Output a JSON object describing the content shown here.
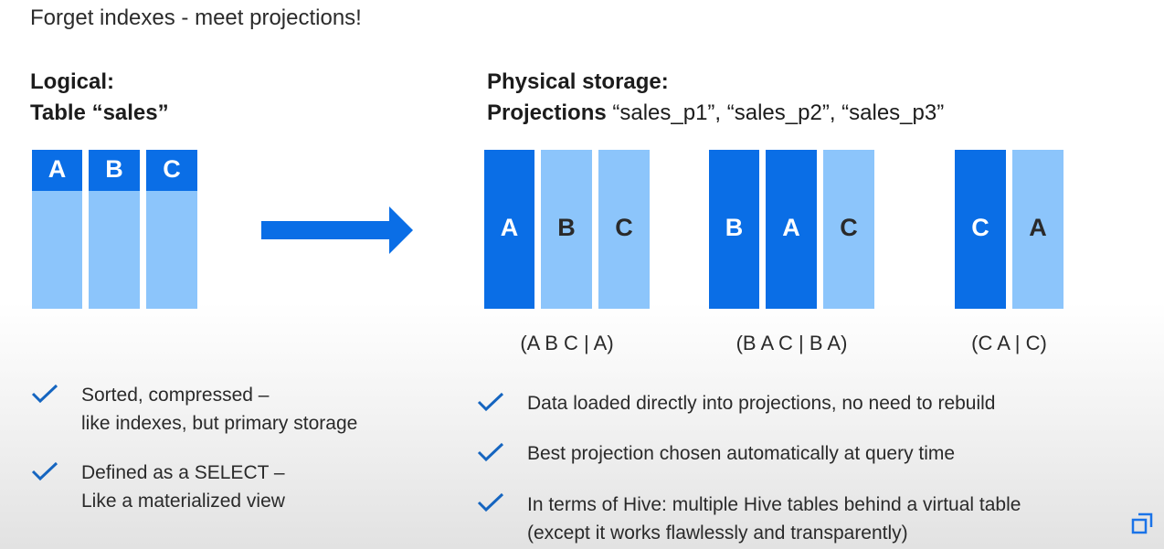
{
  "slide": {
    "title": "Forget indexes - meet projections!"
  },
  "logical": {
    "heading_line1": "Logical:",
    "heading_line2": "Table “sales”",
    "columns": [
      "A",
      "B",
      "C"
    ]
  },
  "physical": {
    "heading_line1": "Physical storage:",
    "heading_bold": "Projections",
    "heading_rest": " “sales_p1”, “sales_p2”, “sales_p3”",
    "projections": [
      {
        "columns": [
          "A",
          "B",
          "C"
        ],
        "caption": "(A B C | A)"
      },
      {
        "columns": [
          "B",
          "A",
          "C"
        ],
        "caption": "(B A C | B A)"
      },
      {
        "columns": [
          "C",
          "A"
        ],
        "caption": "(C A | C)"
      }
    ]
  },
  "bullets_left": [
    {
      "line1": "Sorted, compressed –",
      "line2": "like indexes, but primary storage"
    },
    {
      "line1": "Defined as a SELECT –",
      "line2": "Like a materialized view"
    }
  ],
  "bullets_right": [
    {
      "line1": "Data loaded directly into projections, no need to rebuild",
      "line2": ""
    },
    {
      "line1": "Best projection chosen automatically at query time",
      "line2": ""
    },
    {
      "line1": "In terms of Hive: multiple Hive tables behind a virtual table",
      "line2": "(except it works flawlessly and transparently)"
    }
  ],
  "icons": {
    "arrow": "right-arrow-icon",
    "check": "checkmark-icon",
    "corner": "square-outline-icon"
  },
  "colors": {
    "sorted_column": "#0a6ee6",
    "unsorted_column": "#8cc5fb",
    "arrow": "#0a6ee6",
    "check": "#1565c0"
  }
}
